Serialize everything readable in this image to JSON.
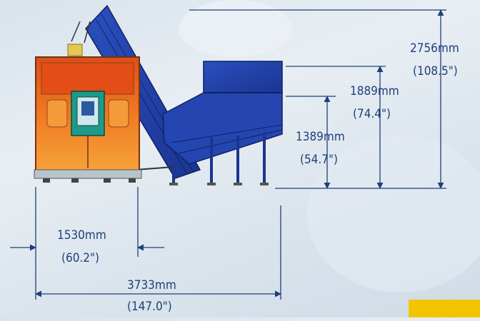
{
  "dimensions": {
    "overall_height": {
      "metric": "2756mm",
      "imperial": "(108.5\")"
    },
    "hopper_height": {
      "metric": "1889mm",
      "imperial": "(74.4\")"
    },
    "conveyor_height": {
      "metric": "1389mm",
      "imperial": "(54.7\")"
    },
    "machine_width": {
      "metric": "1530mm",
      "imperial": "(60.2\")"
    },
    "overall_length": {
      "metric": "3733mm",
      "imperial": "(147.0\")"
    }
  },
  "colors": {
    "machine_body": "#e86a1a",
    "machine_panel": "#f08a2a",
    "hopper_blue": "#2341a8",
    "dimension_lines": "#1f3f7a"
  }
}
